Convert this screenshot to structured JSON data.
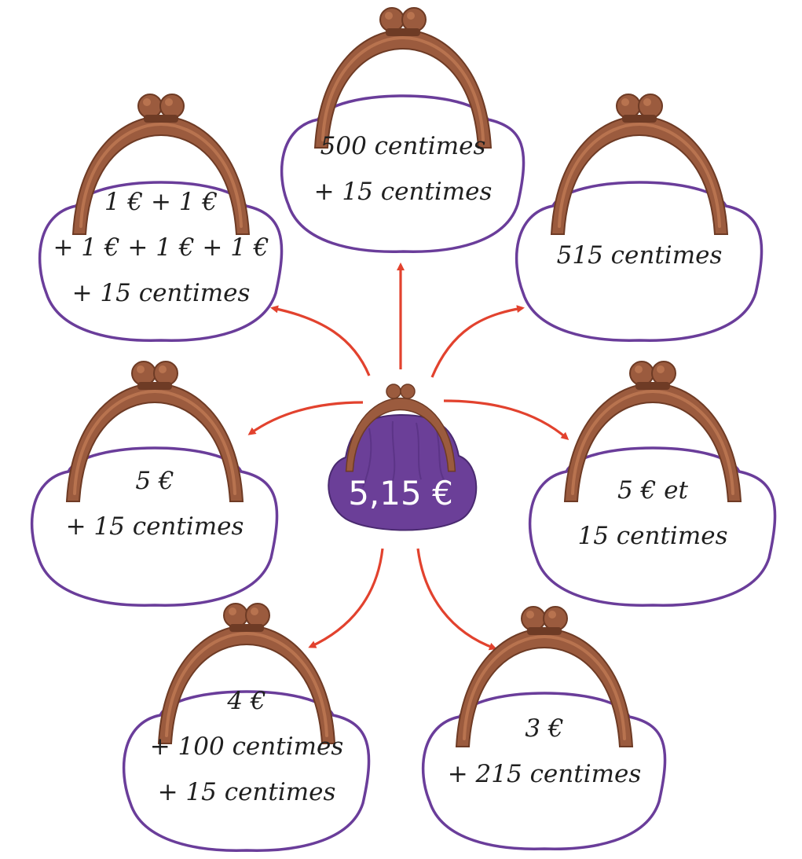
{
  "center_purse": {
    "label": "5,15 €",
    "fill_color": "#6b3f98"
  },
  "colors": {
    "clasp": "#9b5b3e",
    "clasp_dark": "#6e3b25",
    "clasp_light": "#b8734f",
    "outline": "#6a3d9a",
    "arrow": "#e2422e"
  },
  "purses": [
    {
      "id": "top-left",
      "lines": [
        "1 € + 1 €",
        "+ 1 € + 1 € + 1 €",
        "+ 15 centimes"
      ]
    },
    {
      "id": "top",
      "lines": [
        "500 centimes",
        "+ 15 centimes"
      ]
    },
    {
      "id": "top-right",
      "lines": [
        "515 centimes"
      ]
    },
    {
      "id": "mid-left",
      "lines": [
        "5 €",
        "+ 15 centimes"
      ]
    },
    {
      "id": "mid-right",
      "lines": [
        "5 € et",
        "15 centimes"
      ]
    },
    {
      "id": "bottom-left",
      "lines": [
        "4 €",
        "+ 100 centimes",
        "+ 15 centimes"
      ]
    },
    {
      "id": "bottom-right",
      "lines": [
        "3 €",
        "+ 215 centimes"
      ]
    }
  ]
}
